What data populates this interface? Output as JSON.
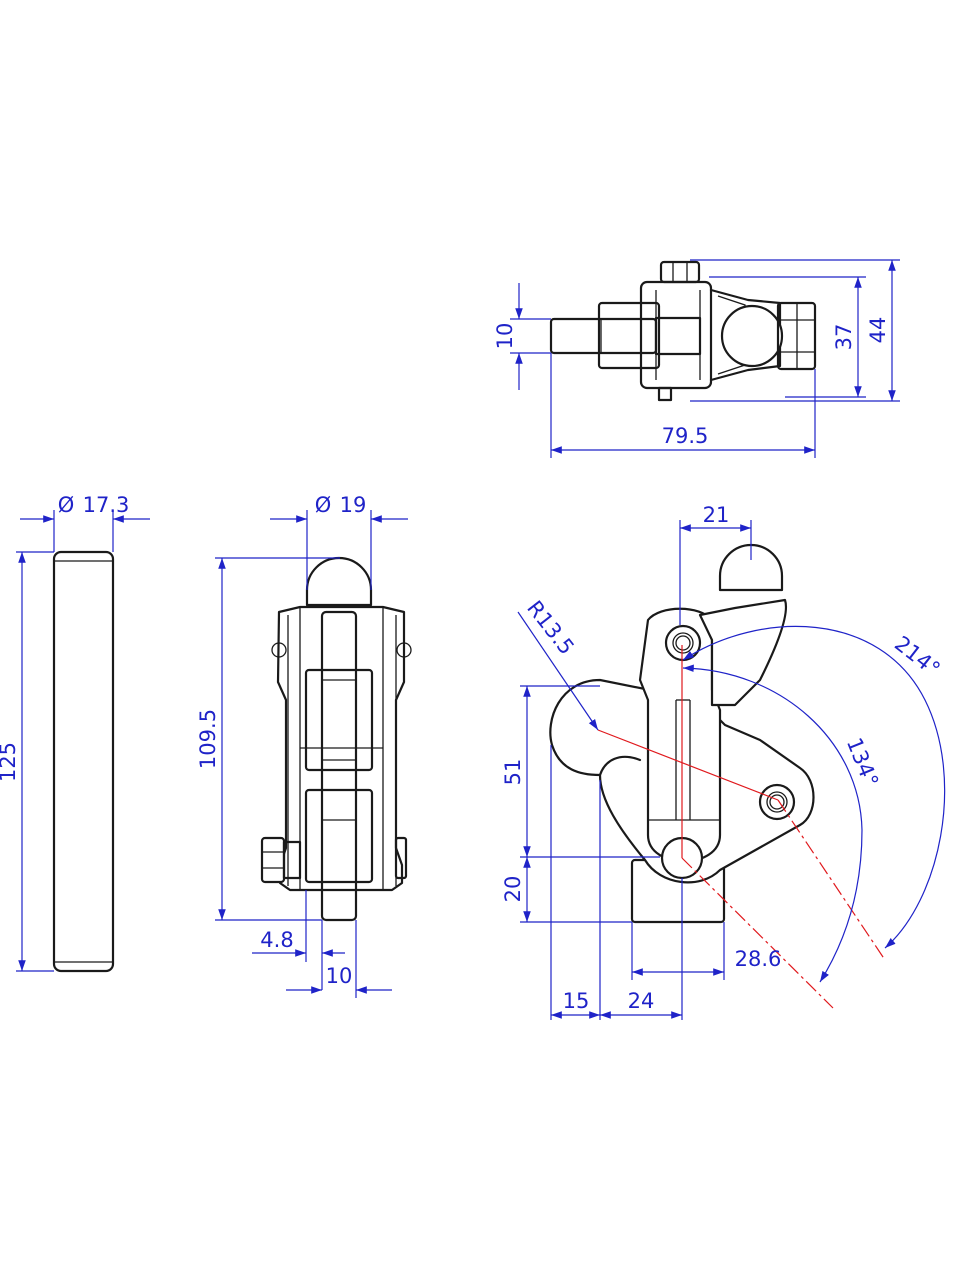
{
  "colors": {
    "outline": "#1a1a1a",
    "dimension": "#1f23c8",
    "centerline": "#e0191d",
    "background": "#ffffff"
  },
  "dimensions": {
    "top_height_10": "10",
    "top_width_37": "37",
    "top_width_44": "44",
    "top_length_79_5": "79.5",
    "handle_diameter": "17.3",
    "handle_length": "125",
    "front_knob_diameter": "19",
    "front_height": "109.5",
    "front_offset_4_8": "4.8",
    "front_width_10": "10",
    "side_21": "21",
    "side_radius": "R13.5",
    "side_angle_214": "214°",
    "side_angle_134": "134°",
    "side_51": "51",
    "side_20": "20",
    "side_28_6": "28.6",
    "side_15": "15",
    "side_24": "24"
  },
  "symbols": {
    "diameter_symbol": "Ø"
  }
}
